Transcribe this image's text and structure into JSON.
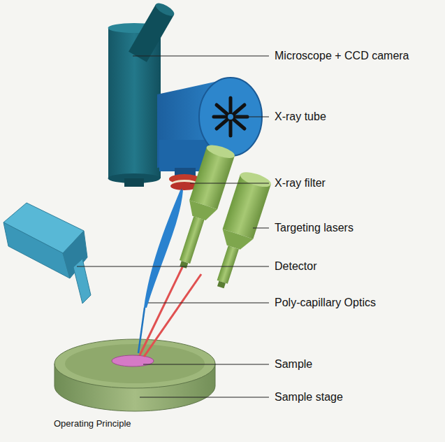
{
  "diagram": {
    "caption": "Operating Principle",
    "labels": [
      "Microscope + CCD camera",
      "X-ray tube",
      "X-ray filter",
      "Targeting lasers",
      "Detector",
      "Poly-capillary Optics",
      "Sample",
      "Sample stage"
    ]
  }
}
